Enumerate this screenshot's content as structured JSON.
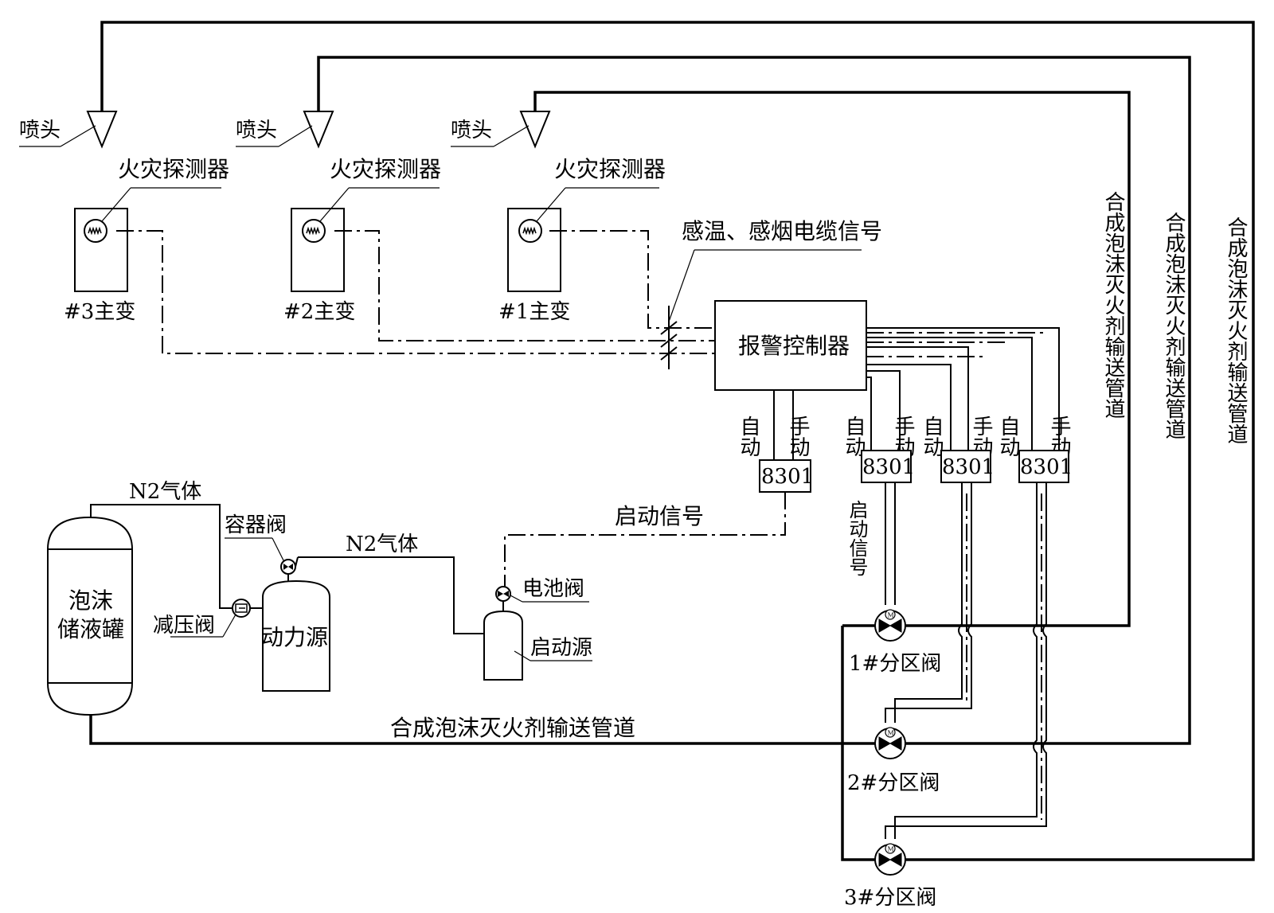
{
  "nozzle_label": "喷头",
  "detector_label": "火灾探测器",
  "transformers": [
    "#3主变",
    "#2主变",
    "#1主变"
  ],
  "cable_signal_label": "感温、感烟电缆信号",
  "controller_label": "报警控制器",
  "auto_label": "自动",
  "manual_label": "手动",
  "module_label": "8301",
  "start_signal_label": "启动信号",
  "start_signal_vertical": "启动信号",
  "n2_gas_label": "N2气体",
  "container_valve_label": "容器阀",
  "reducing_valve_label": "减压阀",
  "foam_tank_line1": "泡沫",
  "foam_tank_line2": "储液罐",
  "power_source_label": "动力源",
  "battery_valve_label": "电池阀",
  "start_source_label": "启动源",
  "pipeline_label": "合成泡沫灭火剂输送管道",
  "zone_valves": [
    "1#分区阀",
    "2#分区阀",
    "3#分区阀"
  ]
}
